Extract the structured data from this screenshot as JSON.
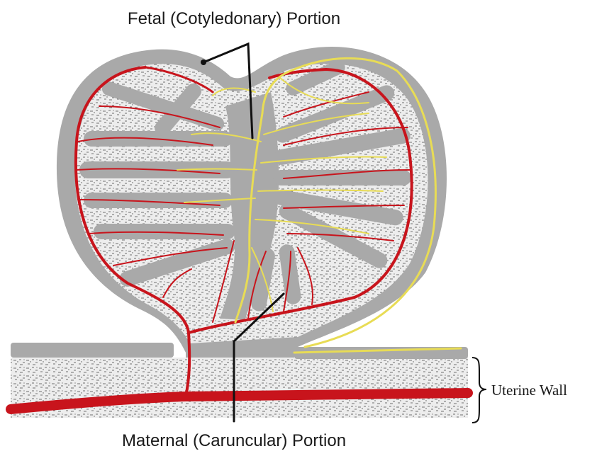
{
  "labels": {
    "fetal": "Fetal (Cotyledonary) Portion",
    "maternal": "Maternal (Caruncular) Portion",
    "uterine": "Uterine Wall"
  },
  "colors": {
    "background": "#ffffff",
    "tissue_gray": "#a9a9a9",
    "stroma": "#e6e6e6",
    "maternal_vessel": "#c8141c",
    "fetal_vessel": "#e8dc55",
    "leader_line": "#111111"
  }
}
